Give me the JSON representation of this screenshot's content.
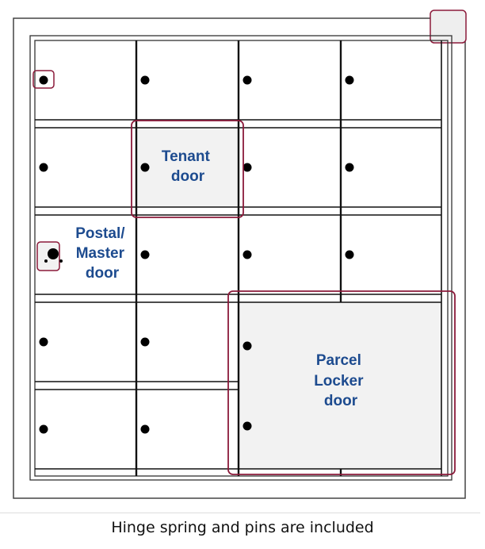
{
  "labels": {
    "tenant_door": [
      "Tenant",
      "door"
    ],
    "postal_master_door": [
      "Postal/",
      "Master",
      "door"
    ],
    "parcel_locker_door": [
      "Parcel",
      "Locker",
      "door"
    ]
  },
  "caption": "Hinge spring and pins are included",
  "colors": {
    "label_blue": "#1d4b8f",
    "highlight_red": "#8b1a3a",
    "door_fill": "#f2f2f2",
    "line": "#111111"
  }
}
